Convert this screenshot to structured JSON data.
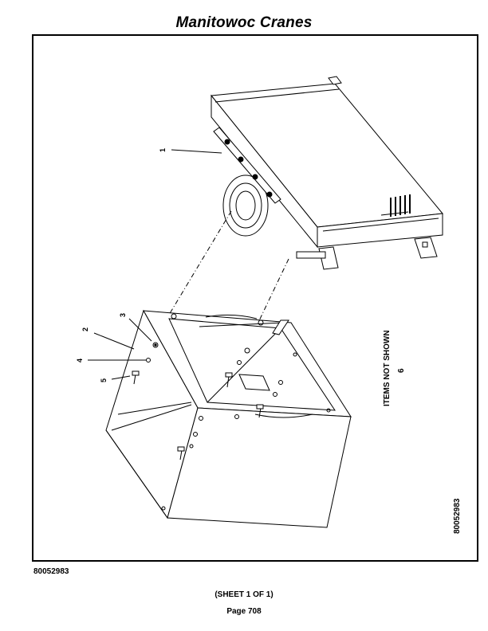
{
  "header": {
    "title": "Manitowoc Cranes"
  },
  "drawing": {
    "callouts": [
      "1",
      "2",
      "3",
      "4",
      "5"
    ],
    "items_not_shown_label": "ITEMS NOT SHOWN",
    "items_not_shown_value": "6",
    "part_number": "80052983"
  },
  "footer": {
    "doc_number": "80052983",
    "sheet": "(SHEET 1 OF 1)",
    "page": "Page 708"
  }
}
